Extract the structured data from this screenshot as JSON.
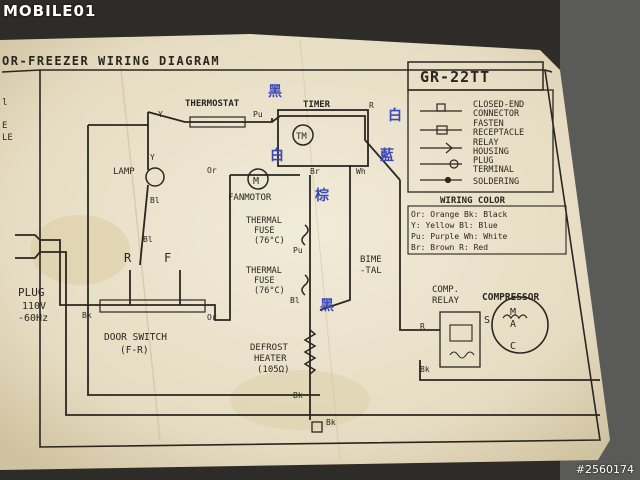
{
  "watermark": "MOBILE01",
  "photo_id": "#2560174",
  "diagram": {
    "title": "OR-FREEZER WIRING DIAGRAM",
    "model": "GR-22TT",
    "legend": {
      "closed_end": [
        "CLOSED-END",
        "CONNECTOR"
      ],
      "fasten": [
        "FASTEN",
        "RECEPTACLE"
      ],
      "relay": [
        "RELAY",
        "HOUSING"
      ],
      "plug": [
        "PLUG",
        "TERMINAL"
      ],
      "solder": "SOLDERING"
    },
    "wiring_color": {
      "title": "WIRING COLOR",
      "rows": [
        "Or: Orange  Bk: Black",
        "Y: Yellow  Bl: Blue",
        "Pu: Purple  Wh: White",
        "Br: Brown  R: Red"
      ]
    },
    "labels": {
      "thermostat": "THERMOSTAT",
      "timer": "TIMER",
      "tm": "TM",
      "lamp": "LAMP",
      "m": "M",
      "fanmotor": "FANMOTOR",
      "thermal_fuse_1": [
        "THERMAL",
        "FUSE",
        "(76°C)"
      ],
      "thermal_fuse_2": [
        "THERMAL",
        "FUSE",
        "(76°C)"
      ],
      "bimetal": [
        "BIME",
        "-TAL"
      ],
      "defrost_heater": [
        "DEFROST",
        "HEATER",
        "(105Ω)"
      ],
      "comp_relay": [
        "COMP.",
        "RELAY"
      ],
      "compressor": "COMPRESSOR",
      "plug": [
        "PLUG",
        "110V",
        "-60Hz"
      ],
      "door_switch": [
        "DOOR SWITCH",
        "(F-R)"
      ],
      "R": "R",
      "F": "F",
      "S": "S",
      "M_term": "M",
      "A": "A",
      "C": "C"
    },
    "wire_labels": {
      "y1": "Y",
      "y2": "Y",
      "bl1": "Bl",
      "bl2": "Bl",
      "pu1": "Pu",
      "pu2": "Pu",
      "r1": "R",
      "r2": "R",
      "or1": "Or",
      "or2": "Or",
      "br1": "Br",
      "wh1": "Wh",
      "bk1": "Bk",
      "bk2": "Bk",
      "bk3": "Bk",
      "bk4": "Bk",
      "bl3": "Bl"
    },
    "left_edge_fragments": [
      "l",
      "E",
      "LE"
    ],
    "handwritten": {
      "blue1": "黑",
      "blue2": "棕",
      "blue3": "白",
      "blue4": "黑",
      "blue5": "藍",
      "blue6": "白"
    }
  },
  "colors": {
    "paper": "#ede6d2",
    "ink": "#2a2722",
    "pen": "#3b47b8"
  }
}
